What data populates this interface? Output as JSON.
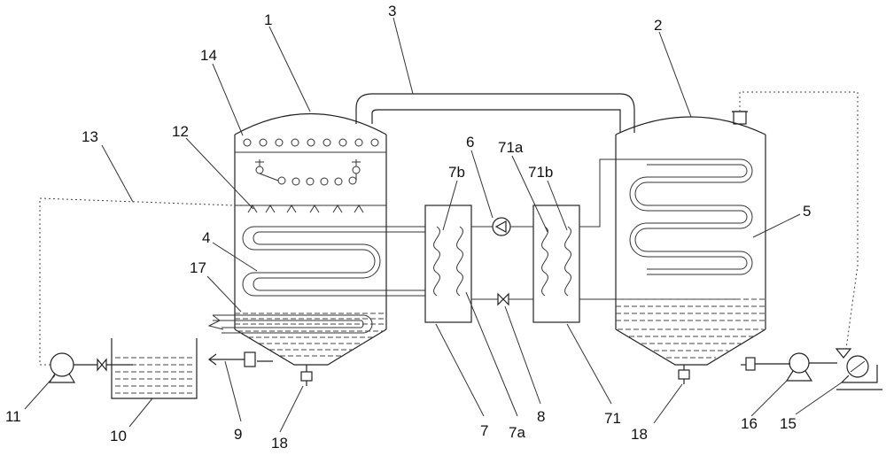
{
  "labels": {
    "l1": "1",
    "l2": "2",
    "l3": "3",
    "l4": "4",
    "l5": "5",
    "l6": "6",
    "l7": "7",
    "l7a": "7a",
    "l7b": "7b",
    "l8": "8",
    "l9": "9",
    "l10": "10",
    "l11": "11",
    "l12": "12",
    "l13": "13",
    "l14": "14",
    "l15": "15",
    "l16": "16",
    "l17": "17",
    "l18a": "18",
    "l18b": "18",
    "l71": "71",
    "l71a": "71a",
    "l71b": "71b"
  }
}
